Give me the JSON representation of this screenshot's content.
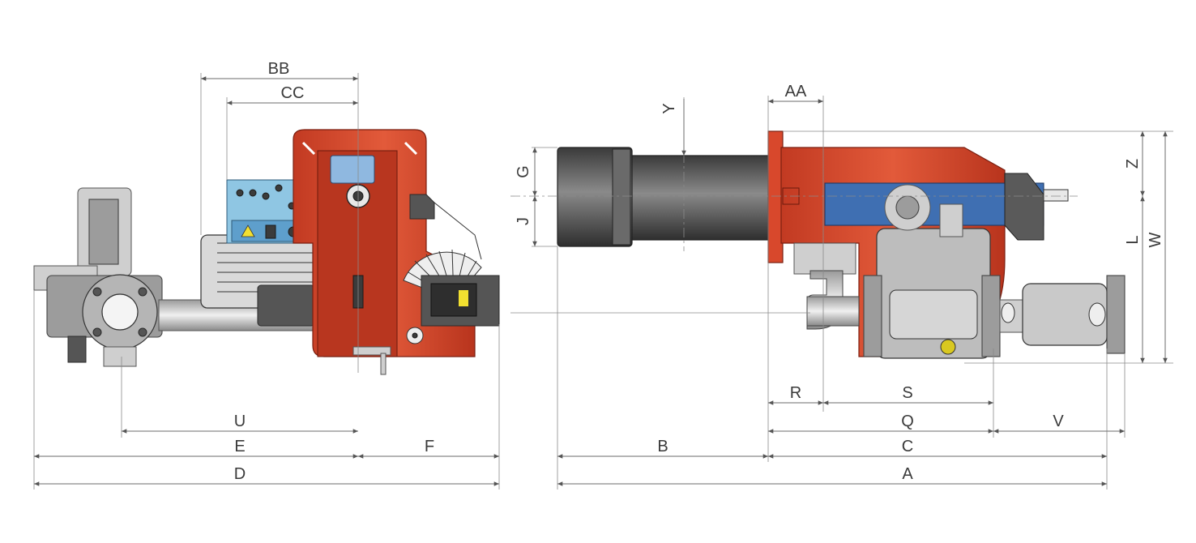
{
  "labels": {
    "BB": "BB",
    "CC": "CC",
    "Y": "Y",
    "AA": "AA",
    "G": "G",
    "J": "J",
    "Z": "Z",
    "L": "L",
    "W": "W",
    "U": "U",
    "E": "E",
    "F": "F",
    "D": "D",
    "R": "R",
    "S": "S",
    "Q": "Q",
    "V": "V",
    "B": "B",
    "C": "C",
    "A": "A"
  },
  "colors": {
    "body_red": "#d8482c",
    "gas_train_grey": "#9c9c9c",
    "panel_blue": "#3f6fb2",
    "control_panel_blue": "#8fc6e3",
    "tube_dark": "#555555"
  }
}
